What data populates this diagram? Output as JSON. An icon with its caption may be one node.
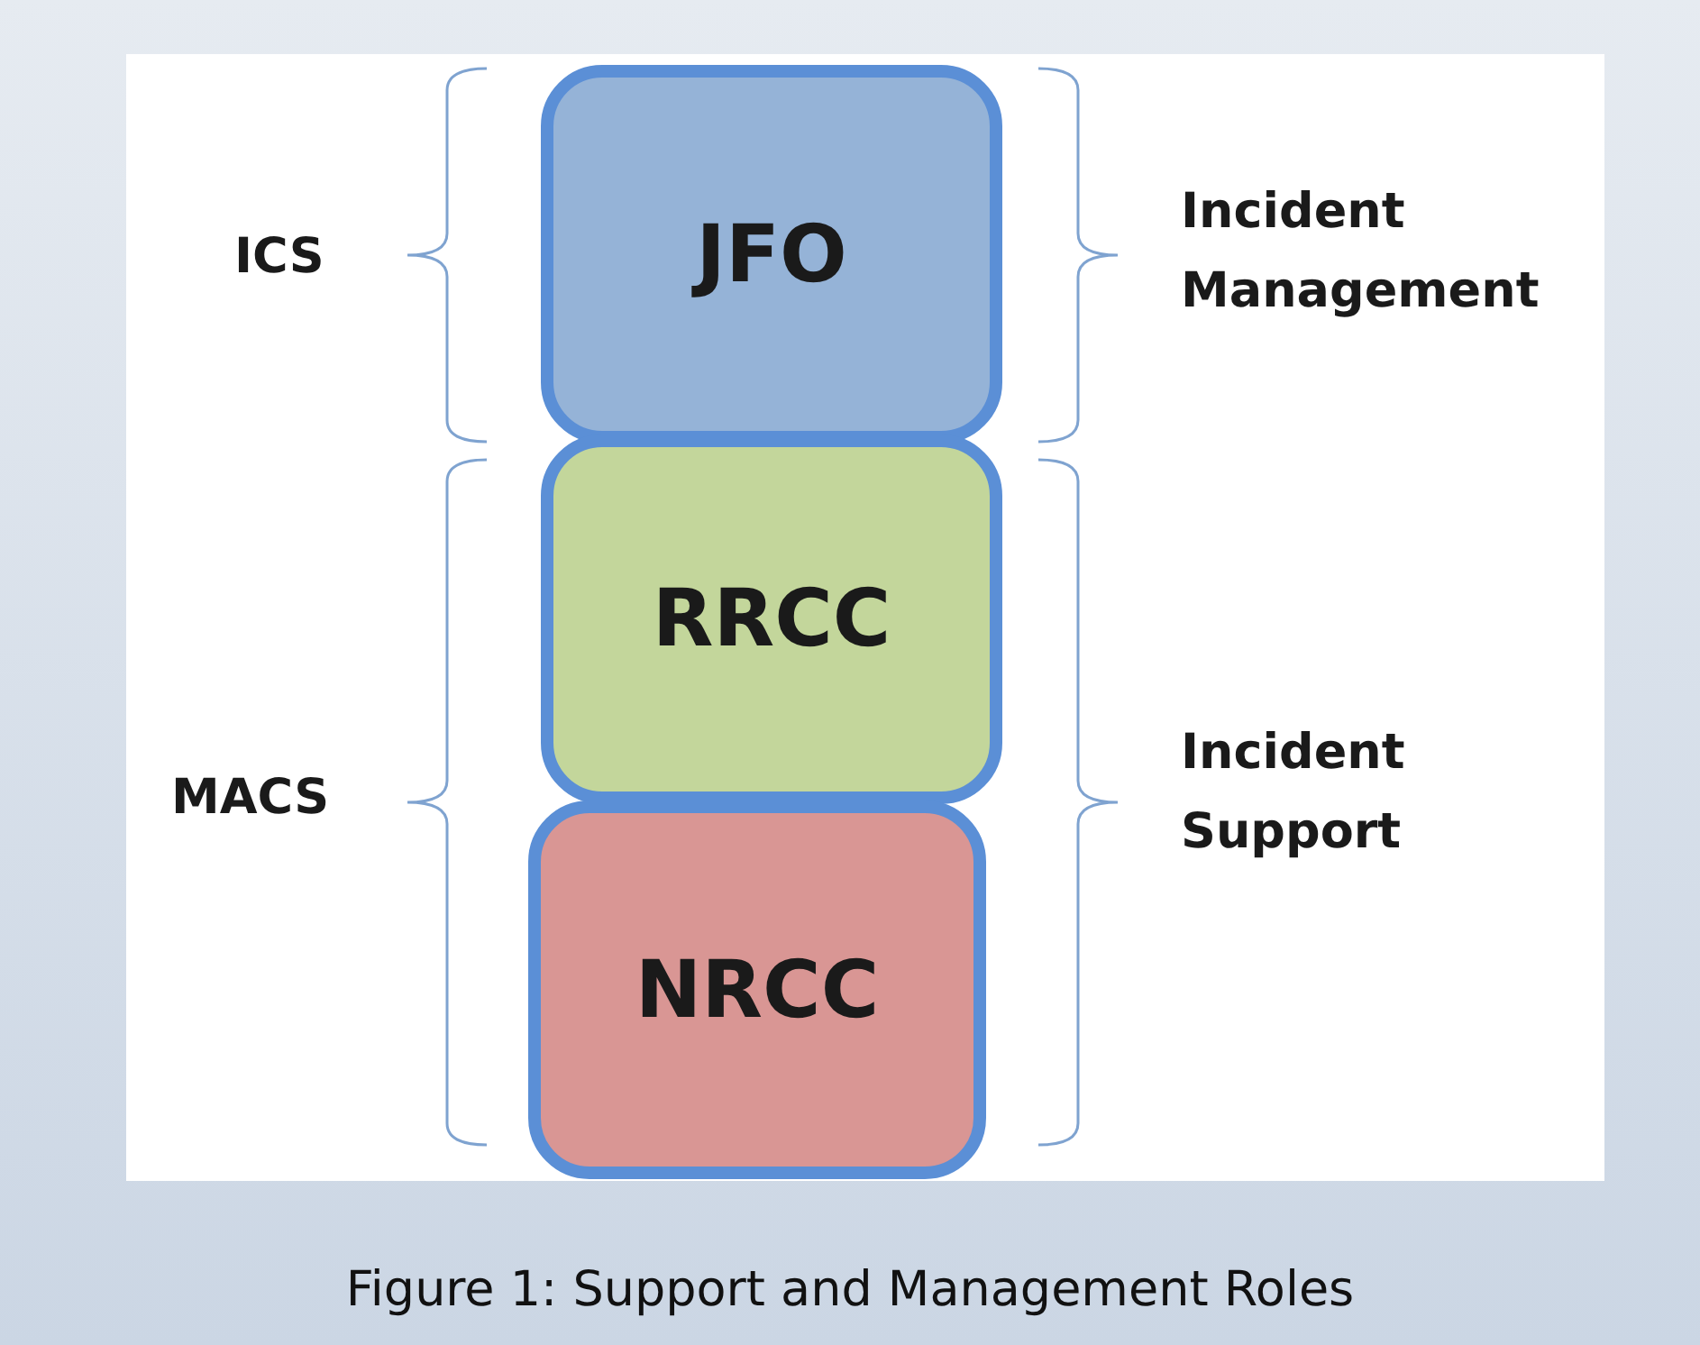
{
  "diagram": {
    "caption": "Figure 1: Support and Management Roles",
    "nodes": [
      {
        "text": [
          "JFO"
        ]
      },
      {
        "text": [
          "RRCC"
        ]
      },
      {
        "text": [
          "NRCC"
        ]
      }
    ],
    "labels": [
      "ICS",
      "Incident Management",
      "MACS",
      "Incident Support"
    ]
  }
}
